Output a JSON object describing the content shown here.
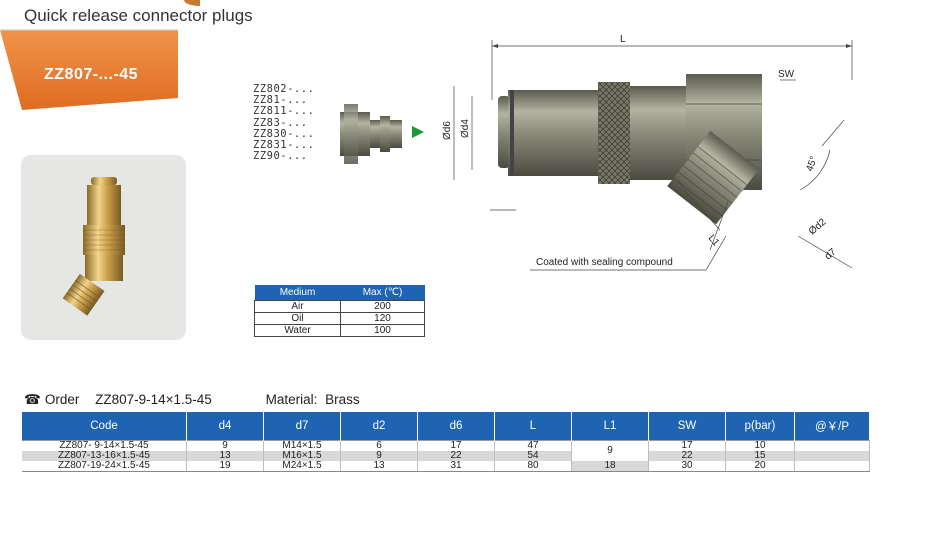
{
  "header": {
    "title": "Quick release connector plugs",
    "model": "ZZ807-...-45"
  },
  "compatible_plugs": [
    "ZZ802-...",
    "ZZ81-...",
    "ZZ811-...",
    "ZZ83-...",
    "ZZ830-...",
    "ZZ831-...",
    "ZZ90-..."
  ],
  "drawing": {
    "labels": {
      "L": "L",
      "SW": "SW",
      "d6": "Ød6",
      "d4": "Ød4",
      "d2": "Ød2",
      "d7": "d7",
      "L1": "L1",
      "angle": "45°"
    },
    "note": "Coated with sealing compound"
  },
  "medium_table": {
    "headers": [
      "Medium",
      "Max (℃)"
    ],
    "rows": [
      [
        "Air",
        "200"
      ],
      [
        "Oil",
        "120"
      ],
      [
        "Water",
        "100"
      ]
    ]
  },
  "order": {
    "label": "Order",
    "example": "ZZ807-9-14×1.5-45",
    "material_label": "Material:",
    "material": "Brass"
  },
  "order_table": {
    "headers": [
      "Code",
      "d4",
      "d7",
      "d2",
      "d6",
      "L",
      "L1",
      "SW",
      "p(bar)",
      "@￥/P"
    ],
    "rows": [
      [
        "ZZ807- 9-14×1.5-45",
        "9",
        "M14×1.5",
        "6",
        "17",
        "47",
        "9",
        "17",
        "10",
        ""
      ],
      [
        "ZZ807-13-16×1.5-45",
        "13",
        "M16×1.5",
        "9",
        "22",
        "54",
        "",
        "22",
        "15",
        ""
      ],
      [
        "ZZ807-19-24×1.5-45",
        "19",
        "M24×1.5",
        "13",
        "31",
        "80",
        "18",
        "30",
        "20",
        ""
      ]
    ]
  },
  "colors": {
    "accent_orange": "#e67a2e",
    "table_blue": "#1f64b2",
    "arrow_green": "#1a9a3a"
  }
}
